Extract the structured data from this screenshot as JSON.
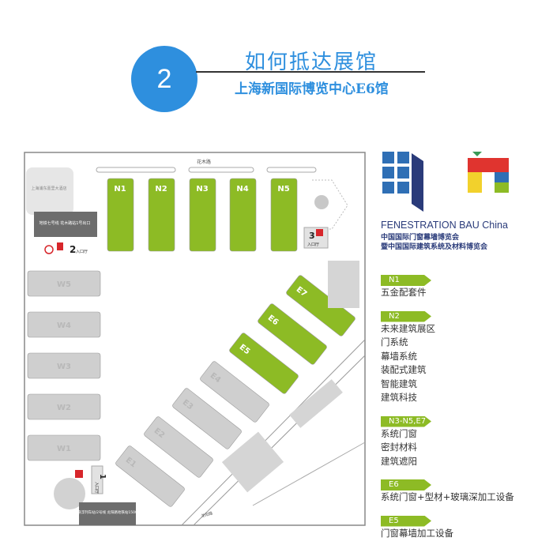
{
  "header": {
    "step_number": "2",
    "title": "如何抵达展馆",
    "subtitle": "上海新国际博览中心E6馆"
  },
  "map": {
    "road_top": "花木路",
    "road_bottom": "龙阳路",
    "hotel": "上海浦东嘉里大酒店",
    "metro7": "地铁七号线\n花木路站1号出口",
    "metro2": "磁悬浮列车站/2号线\n龙阳路地铁站1500米",
    "entrance_1": "1",
    "entrance_2": "2",
    "entrance_3": "3",
    "entrance_label": "入口厅",
    "halls_north": [
      "N1",
      "N2",
      "N3",
      "N4",
      "N5"
    ],
    "halls_west": [
      "W5",
      "W4",
      "W3",
      "W2",
      "W1"
    ],
    "halls_east": [
      "E1",
      "E2",
      "E3",
      "E4",
      "E5",
      "E6",
      "E7"
    ],
    "highlighted_halls": [
      "N1",
      "N2",
      "N3",
      "N4",
      "N5",
      "E5",
      "E6",
      "E7"
    ],
    "colors": {
      "highlight": "#8dbb25",
      "hall": "#cfcfcf",
      "entrance": "#d7262b"
    }
  },
  "brand": {
    "name_en": "FENESTRATION BAU China",
    "name_cn_1": "中国国际门窗幕墙博览会",
    "name_cn_2": "暨中国国际建筑系统及材料博览会"
  },
  "legend": [
    {
      "tag": "N1",
      "items": [
        "五金配套件"
      ]
    },
    {
      "tag": "N2",
      "items": [
        "未来建筑展区",
        "门系统",
        "幕墙系统",
        "装配式建筑",
        "智能建筑",
        "建筑科技"
      ]
    },
    {
      "tag": "N3-N5,E7",
      "items": [
        "系统门窗",
        "密封材料",
        "建筑遮阳"
      ]
    },
    {
      "tag": "E6",
      "items": [
        "系统门窗+型材+玻璃深加工设备"
      ]
    },
    {
      "tag": "E5",
      "items": [
        "门窗幕墙加工设备"
      ]
    }
  ]
}
